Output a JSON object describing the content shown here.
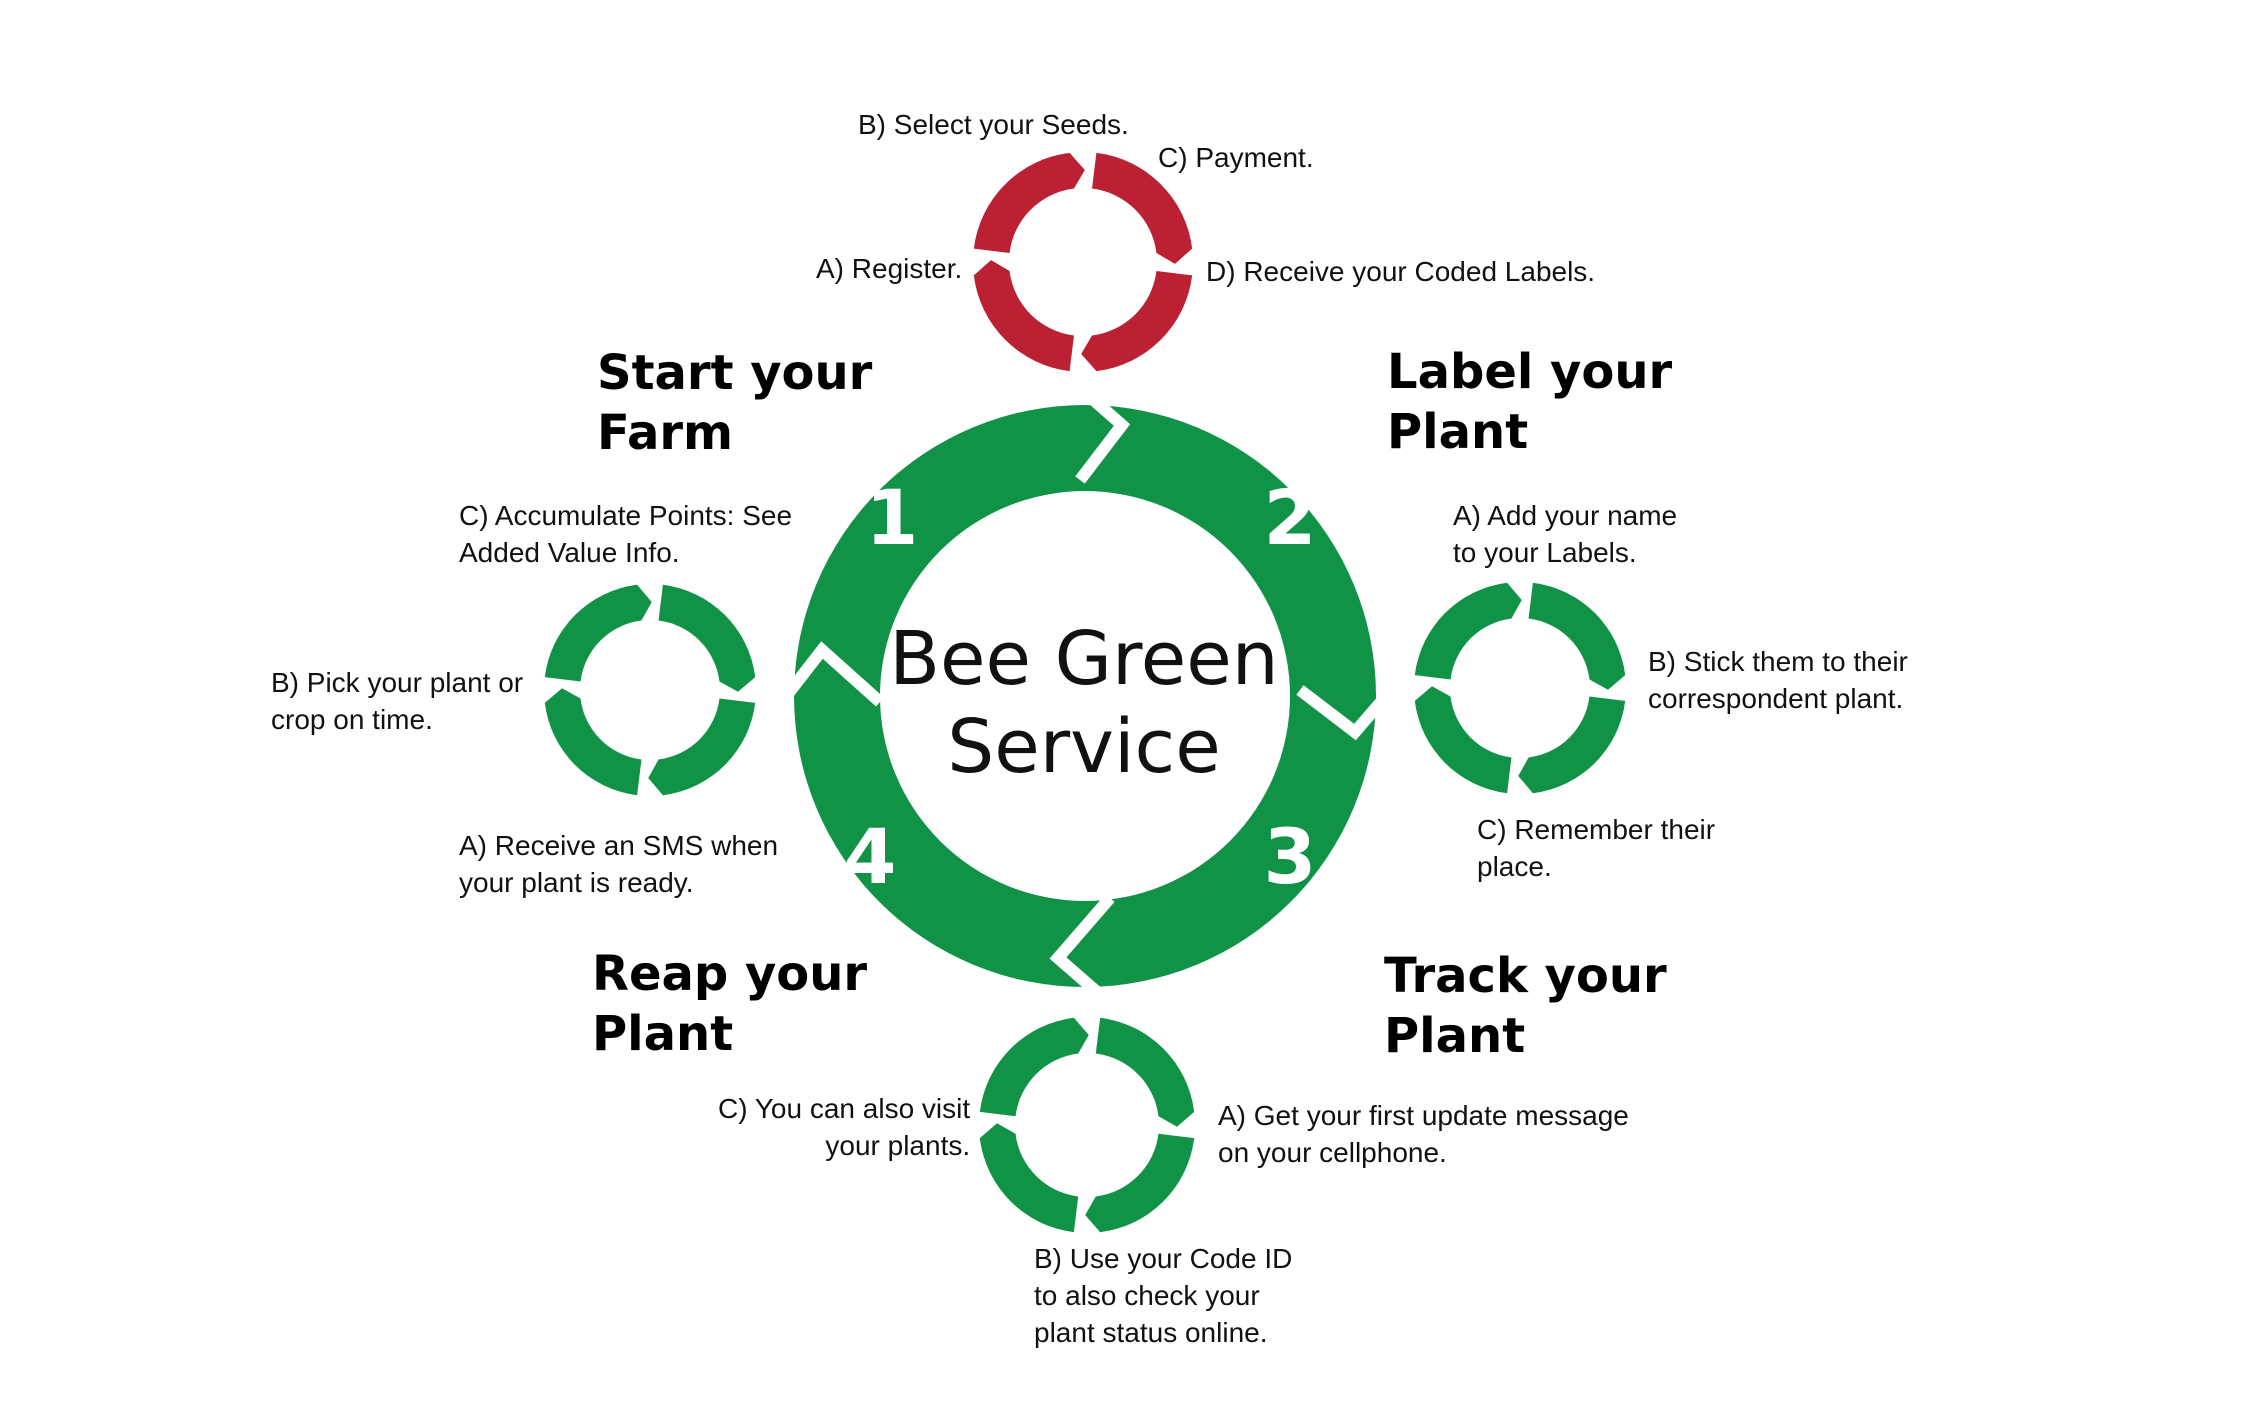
{
  "colors": {
    "green": "#109347",
    "light_green": "#85c997",
    "red": "#bb2033",
    "light_red": "#e97e8b",
    "background": "#ffffff"
  },
  "center": {
    "line1": "Bee Green",
    "line2": "Service"
  },
  "numbers": [
    "1",
    "2",
    "3",
    "4"
  ],
  "stages": {
    "start": {
      "line1": "Start your",
      "line2": "Farm"
    },
    "label": {
      "line1": "Label your",
      "line2": "Plant"
    },
    "track": {
      "line1": "Track your",
      "line2": "Plant"
    },
    "reap": {
      "line1": "Reap your",
      "line2": "Plant"
    }
  },
  "top_steps": {
    "a": "A) Register.",
    "b": "B) Select your Seeds.",
    "c": "C) Payment.",
    "d": "D) Receive your Coded Labels."
  },
  "right_steps": {
    "a1": "A) Add your name",
    "a2": "to your Labels.",
    "b1": "B) Stick them to their",
    "b2": "correspondent plant.",
    "c1": "C) Remember their",
    "c2": "place."
  },
  "bottom_steps": {
    "a1": "A) Get your first update message",
    "a2": "on your cellphone.",
    "b1": "B) Use your Code ID",
    "b2": "to also check your",
    "b3": "plant status online.",
    "c1": "C) You can also visit",
    "c2": "your plants."
  },
  "left_steps": {
    "a1": "A) Receive an SMS when",
    "a2": "your plant is ready.",
    "b1": "B) Pick your plant or",
    "b2": "crop on time.",
    "c1": "C) Accumulate Points: See",
    "c2": "Added Value Info."
  }
}
